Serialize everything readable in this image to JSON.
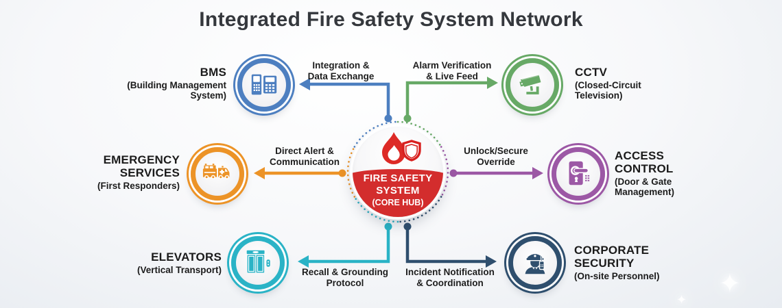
{
  "title": "Integrated Fire Safety System Network",
  "hub": {
    "name_line1": "FIRE SAFETY",
    "name_line2": "SYSTEM",
    "subtitle": "(CORE HUB)",
    "color": "#d32d2d",
    "icons": [
      "flame-icon",
      "shield-icon"
    ]
  },
  "nodes": [
    {
      "name": "BMS",
      "subtitle": "(Building Management System)",
      "color": "#4d7fc0",
      "icon": "control-panel-icon"
    },
    {
      "name": "CCTV",
      "subtitle": "(Closed-Circuit Television)",
      "color": "#67a966",
      "icon": "cctv-camera-icon"
    },
    {
      "name": "EMERGENCY SERVICES",
      "subtitle": "(First Responders)",
      "color": "#ec9327",
      "icon": "fire-truck-ambulance-icon"
    },
    {
      "name": "ACCESS CONTROL",
      "subtitle": "(Door & Gate Management)",
      "color": "#9c58a5",
      "icon": "door-handle-icon"
    },
    {
      "name": "ELEVATORS",
      "subtitle": "(Vertical Transport)",
      "color": "#2ab3c6",
      "icon": "elevator-icon"
    },
    {
      "name": "CORPORATE SECURITY",
      "subtitle": "(On-site Personnel)",
      "color": "#2f4f6e",
      "icon": "security-guard-icon"
    }
  ],
  "connections": [
    {
      "line1": "Integration &",
      "line2": "Data Exchange",
      "color": "#4d7fc0",
      "target": "BMS"
    },
    {
      "line1": "Alarm Verification",
      "line2": "& Live Feed",
      "color": "#67a966",
      "target": "CCTV"
    },
    {
      "line1": "Direct Alert &",
      "line2": "Communication",
      "color": "#ec9327",
      "target": "EMERGENCY SERVICES"
    },
    {
      "line1": "Unlock/Secure",
      "line2": "Override",
      "color": "#9c58a5",
      "target": "ACCESS CONTROL"
    },
    {
      "line1": "Recall & Grounding",
      "line2": "Protocol",
      "color": "#2ab3c6",
      "target": "ELEVATORS"
    },
    {
      "line1": "Incident Notification",
      "line2": "& Coordination",
      "color": "#2f4f6e",
      "target": "CORPORATE SECURITY"
    }
  ]
}
